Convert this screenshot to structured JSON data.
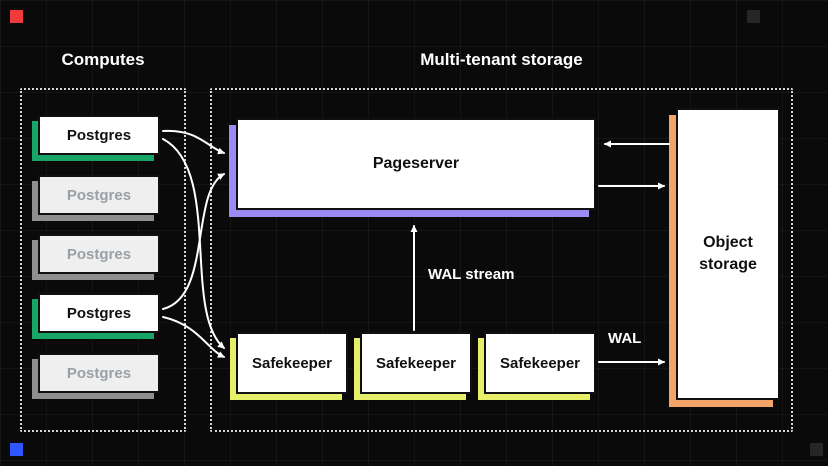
{
  "page": {
    "computes_title": "Computes",
    "storage_title": "Multi-tenant storage"
  },
  "computes": {
    "items": [
      {
        "label": "Postgres",
        "state": "active"
      },
      {
        "label": "Postgres",
        "state": "inactive"
      },
      {
        "label": "Postgres",
        "state": "inactive"
      },
      {
        "label": "Postgres",
        "state": "active"
      },
      {
        "label": "Postgres",
        "state": "inactive"
      }
    ]
  },
  "storage": {
    "pageserver_label": "Pageserver",
    "safekeepers": [
      {
        "label": "Safekeeper"
      },
      {
        "label": "Safekeeper"
      },
      {
        "label": "Safekeeper"
      }
    ],
    "object_storage_label": "Object storage",
    "wal_stream_label": "WAL stream",
    "wal_label": "WAL"
  },
  "colors": {
    "background": "#0a0a0b",
    "active_shadow_green": "#18a567",
    "pageserver_shadow_purple": "#9b8bf4",
    "safekeeper_shadow_yellow": "#e6ef67",
    "object_storage_shadow_orange": "#f3a469",
    "inactive_shadow_gray": "#8f8f8f",
    "inactive_text_gray": "#9aa0a6",
    "corner_red": "#f13b3b",
    "corner_blue": "#3056ff",
    "corner_dark": "#262626",
    "arrow_white": "#ffffff"
  }
}
